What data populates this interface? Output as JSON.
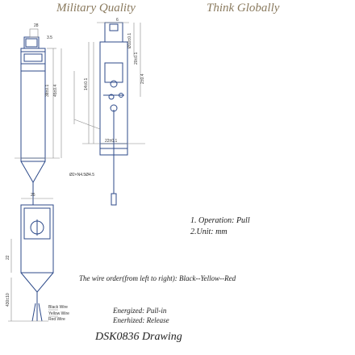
{
  "header": {
    "left_slogan": "Military Quality",
    "right_slogan": "Think Globally",
    "slogan_color": "#8a7a5e"
  },
  "front_view": {
    "top_dim": "28",
    "small_dim": "3.5",
    "length_dims": [
      "38±0.1",
      "45±0.4"
    ],
    "hole_dim": "Ø2×N4.5Ø4.5"
  },
  "side_view": {
    "top_dim": "6",
    "height_dims": [
      "Ø10±0.1",
      "20±0.1",
      "2±0.4"
    ],
    "inner_dim": "14±0.1",
    "bottom_dim": "22±0.1"
  },
  "bottom_view": {
    "width_dim": "26",
    "height_dim": "22",
    "lead_dim": "430±10",
    "wires": [
      "Black Wire",
      "Yellow Wire",
      "Red Wire"
    ]
  },
  "notes": {
    "operation": "1. Operation: Pull",
    "unit": "2.Unit: mm",
    "wire_order": "The wire order(from left to right): Black--Yellow--Red",
    "energized": "Energized: Pull-in",
    "unenergized": "Enerhized: Release"
  },
  "title": "DSK0836 Drawing"
}
